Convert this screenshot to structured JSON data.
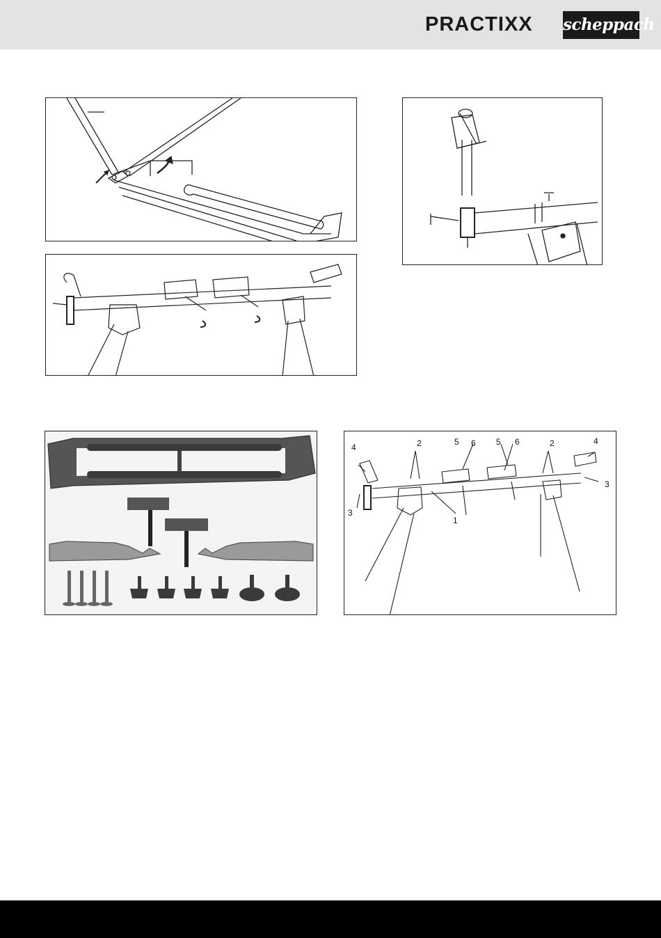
{
  "header": {
    "brand_practixx": "PRACTIXX",
    "brand_scheppach": "scheppach"
  },
  "figures": {
    "parts_diagram": {
      "callouts": [
        "4",
        "2",
        "5",
        "6",
        "5",
        "6",
        "2",
        "4",
        "3",
        "3",
        "1"
      ]
    }
  },
  "colors": {
    "header_band": "#e3e3e3",
    "footer_band": "#000000",
    "line_art": "#222222"
  }
}
